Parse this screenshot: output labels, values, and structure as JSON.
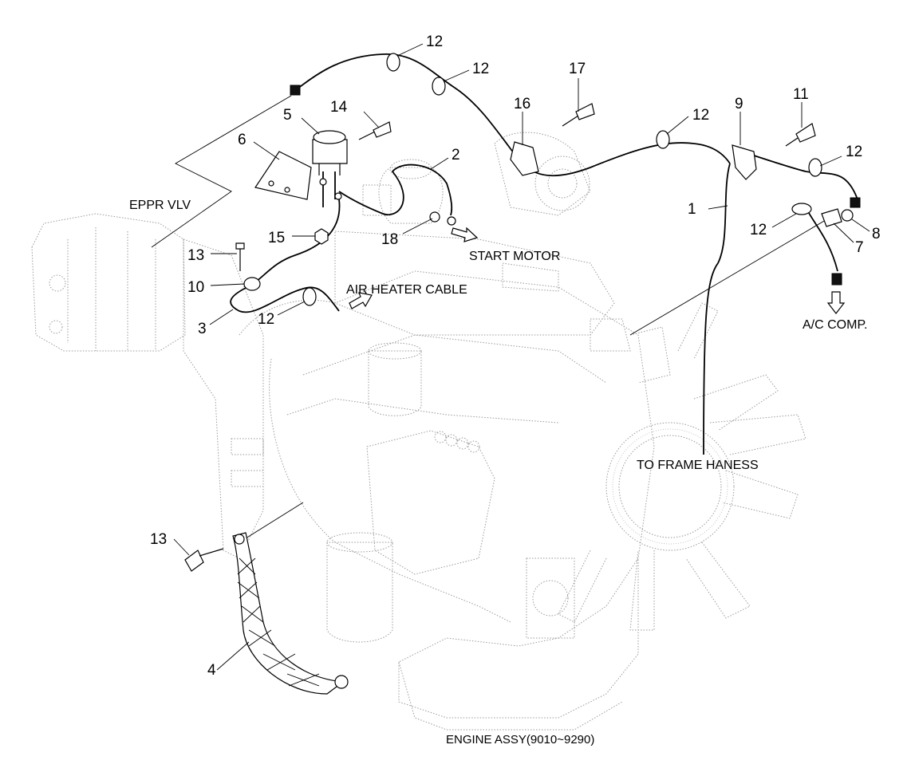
{
  "labels": {
    "eppr_vlv": "EPPR VLV",
    "start_motor": "START MOTOR",
    "air_heater_cable": "AIR HEATER CABLE",
    "to_frame_harness": "TO FRAME HANESS",
    "ac_comp": "A/C COMP.",
    "caption": "ENGINE ASSY(9010~9290)"
  },
  "callouts": {
    "n1": "1",
    "n2": "2",
    "n3": "3",
    "n4": "4",
    "n5": "5",
    "n6": "6",
    "n7": "7",
    "n8": "8",
    "n9": "9",
    "n10": "10",
    "n11": "11",
    "n12a": "12",
    "n12b": "12",
    "n12c": "12",
    "n12d": "12",
    "n12e": "12",
    "n12f": "12",
    "n13a": "13",
    "n13b": "13",
    "n14": "14",
    "n15": "15",
    "n16": "16",
    "n17": "17",
    "n18": "18"
  }
}
